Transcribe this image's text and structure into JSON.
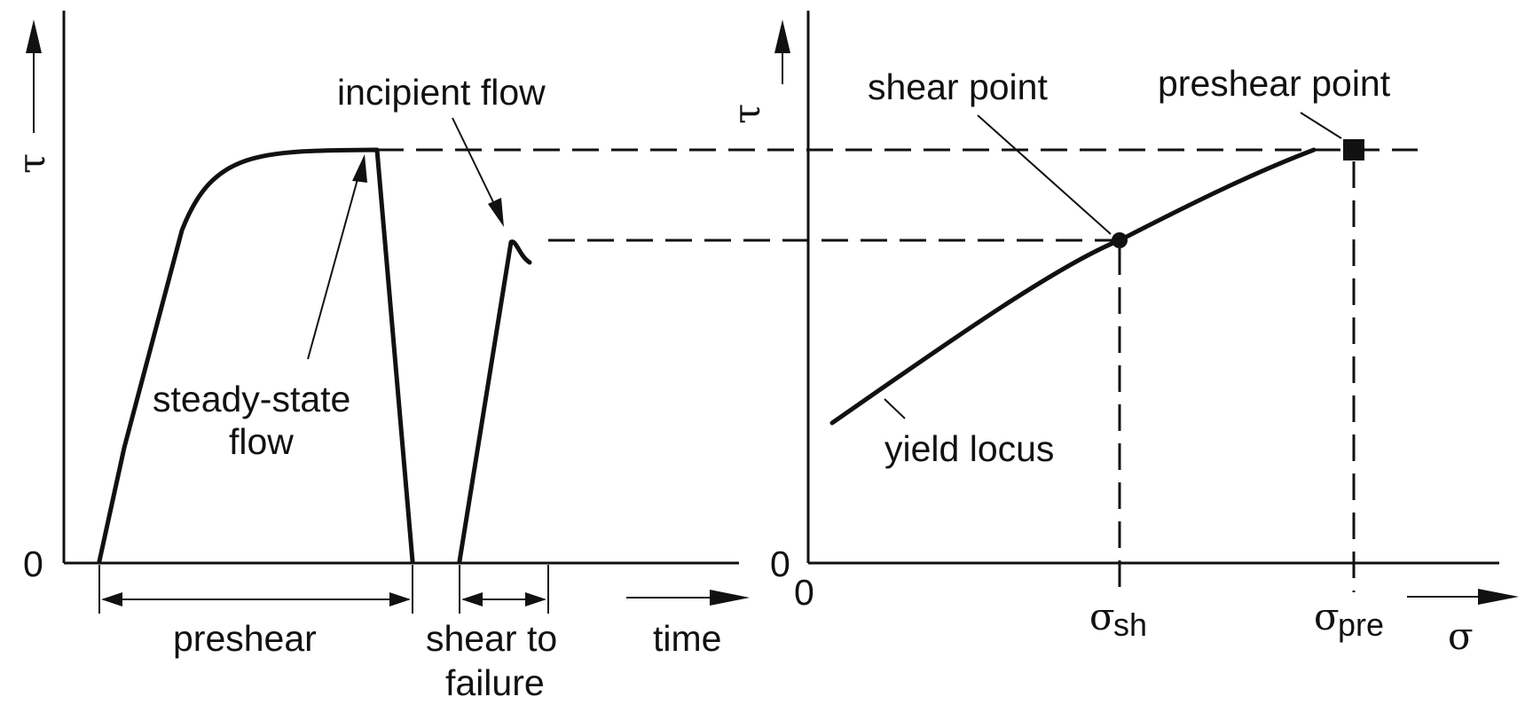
{
  "left_plot": {
    "y_axis_symbol": "τ",
    "origin_label": "0",
    "label_incipient_flow": "incipient flow",
    "label_steady_state_line1": "steady-state",
    "label_steady_state_line2": "flow",
    "label_preshear": "preshear",
    "label_shear_to_line1": "shear to",
    "label_shear_to_line2": "failure",
    "label_time": "time"
  },
  "right_plot": {
    "y_axis_symbol": "τ",
    "origin_label_y": "0",
    "origin_label_x": "0",
    "label_shear_point": "shear point",
    "label_preshear_point": "preshear point",
    "label_yield_locus": "yield locus",
    "sigma_symbol": "σ",
    "sigma_sh_subscript": "sh",
    "sigma_pre_subscript": "pre",
    "x_axis_symbol": "σ"
  }
}
